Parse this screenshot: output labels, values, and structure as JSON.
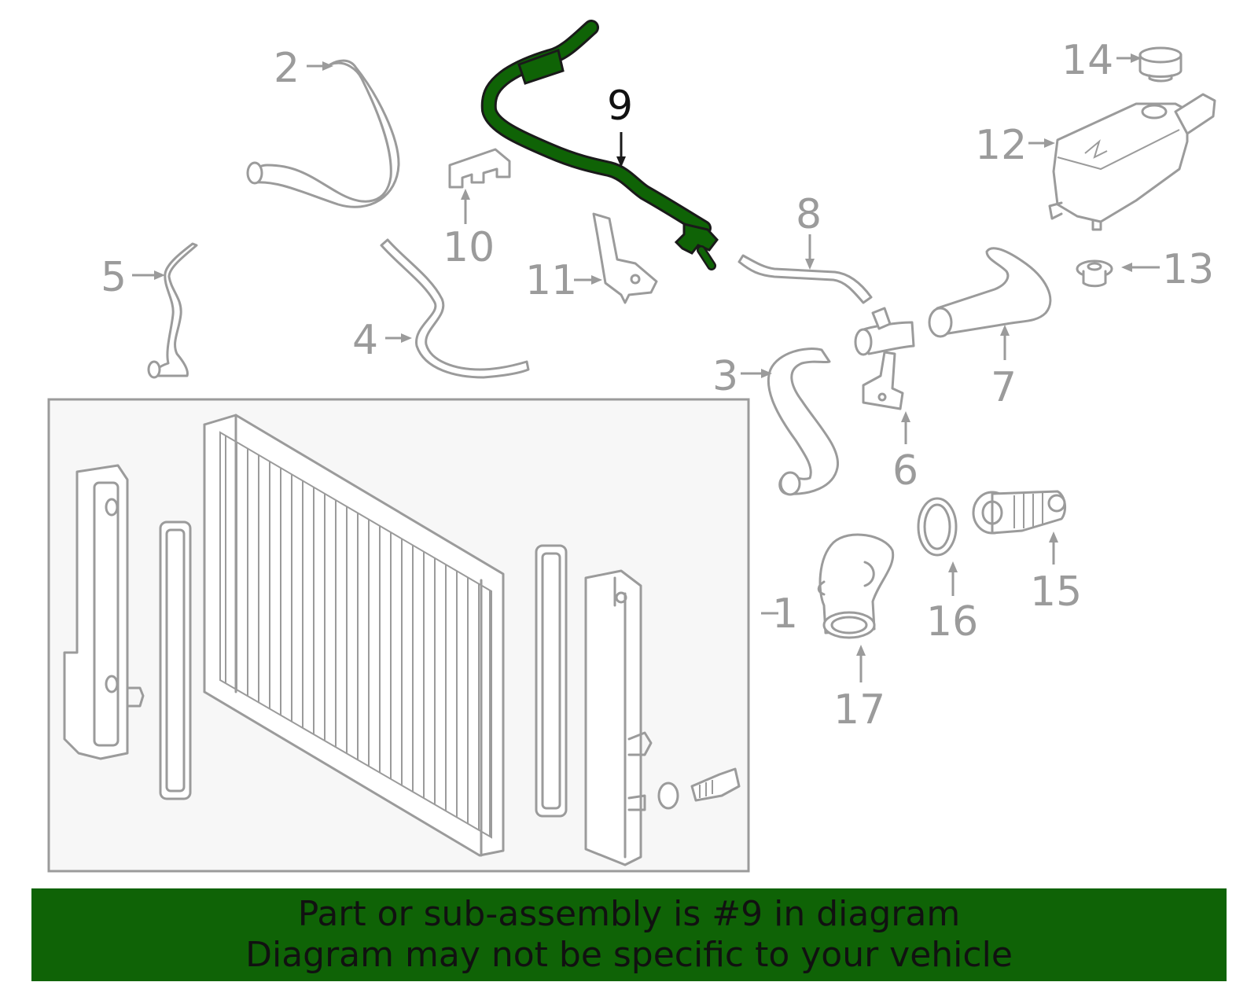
{
  "diagram": {
    "highlight_color": "#0f6306",
    "part_color": "#9b9b9b",
    "highlighted_part": "9",
    "callouts": [
      {
        "id": "c1",
        "label": "1"
      },
      {
        "id": "c2",
        "label": "2"
      },
      {
        "id": "c3",
        "label": "3"
      },
      {
        "id": "c4",
        "label": "4"
      },
      {
        "id": "c5",
        "label": "5"
      },
      {
        "id": "c6",
        "label": "6"
      },
      {
        "id": "c7",
        "label": "7"
      },
      {
        "id": "c8",
        "label": "8"
      },
      {
        "id": "c9",
        "label": "9"
      },
      {
        "id": "c10",
        "label": "10"
      },
      {
        "id": "c11",
        "label": "11"
      },
      {
        "id": "c12",
        "label": "12"
      },
      {
        "id": "c13",
        "label": "13"
      },
      {
        "id": "c14",
        "label": "14"
      },
      {
        "id": "c15",
        "label": "15"
      },
      {
        "id": "c16",
        "label": "16"
      },
      {
        "id": "c17",
        "label": "17"
      }
    ]
  },
  "banner": {
    "line1": "Part or sub-assembly is #9 in diagram",
    "line2": "Diagram may not be specific to your vehicle"
  }
}
